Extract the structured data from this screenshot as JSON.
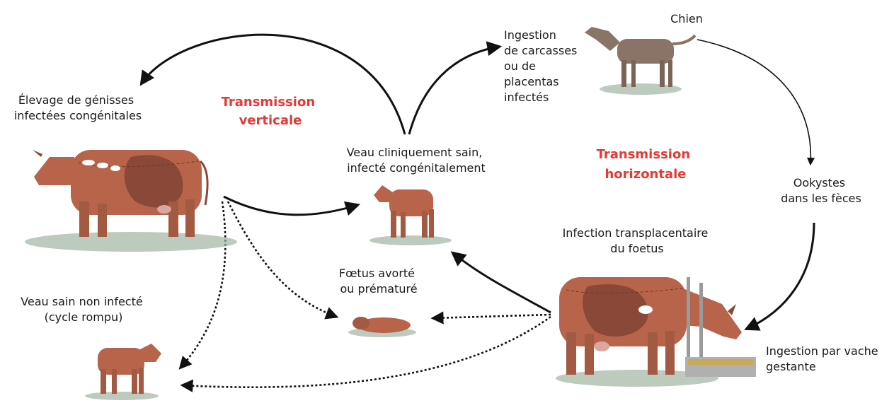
{
  "labels": {
    "heifers": [
      "Élevage de génisses",
      "infectées congénitales"
    ],
    "vertical": [
      "Transmission",
      "verticale"
    ],
    "calf_infected": [
      "Veau cliniquement sain,",
      "infecté congénitalement"
    ],
    "ingestion_carcass": [
      "Ingestion",
      "de carcasses",
      "ou de",
      "placentas",
      "infectés"
    ],
    "dog": "Chien",
    "horizontal": [
      "Transmission",
      "horizontale"
    ],
    "oocysts": [
      "Ookystes",
      "dans les fèces"
    ],
    "transplacental": [
      "Infection transplacentaire",
      "du foetus"
    ],
    "fetus": [
      "Fœtus avorté",
      "ou prématuré"
    ],
    "healthy_calf": [
      "Veau sain non infecté",
      "(cycle rompu)"
    ],
    "ingestion_cow": [
      "Ingestion par vache",
      "gestante"
    ]
  },
  "colors": {
    "accent_red": "#e53935",
    "animal_body": "#b8644a",
    "animal_dark": "#8a4838",
    "dog_body": "#8a7468",
    "shadow": "#9fb5a2"
  }
}
